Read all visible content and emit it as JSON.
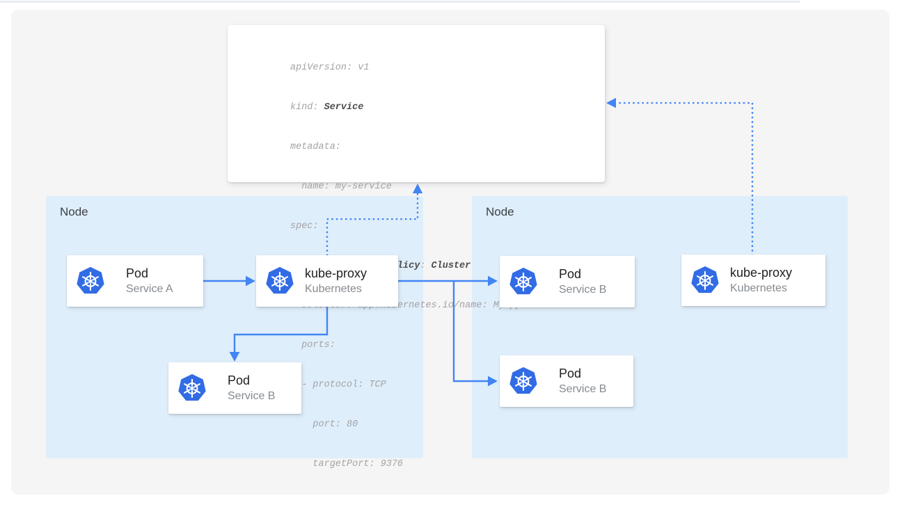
{
  "colors": {
    "canvas_bg": "#f5f5f6",
    "node_fill": "#dfeefb",
    "arrow_blue": "#4285f4",
    "kubernetes_blue": "#326ce5",
    "code_text": "#a3a3a3",
    "code_highlight": "#4d4d4d"
  },
  "icons": {
    "logo": "kubernetes-wheel-icon"
  },
  "yaml": {
    "lines": [
      {
        "pre": "apiVersion: v1",
        "s1": "",
        "mid": "",
        "s2": "",
        "post": ""
      },
      {
        "pre": "kind: ",
        "s1": "Service",
        "mid": "",
        "s2": "",
        "post": ""
      },
      {
        "pre": "metadata:",
        "s1": "",
        "mid": "",
        "s2": "",
        "post": ""
      },
      {
        "pre": "  name: my-service",
        "s1": "",
        "mid": "",
        "s2": "",
        "post": ""
      },
      {
        "pre": "spec:",
        "s1": "",
        "mid": "",
        "s2": "",
        "post": ""
      },
      {
        "pre": "  ",
        "s1": "internalTrafficPolicy",
        "mid": ": ",
        "s2": "Cluster",
        "post": ""
      },
      {
        "pre": "  selector: app.kubernetes.io/name: MyApp",
        "s1": "",
        "mid": "",
        "s2": "",
        "post": ""
      },
      {
        "pre": "  ports:",
        "s1": "",
        "mid": "",
        "s2": "",
        "post": ""
      },
      {
        "pre": "  - protocol: TCP",
        "s1": "",
        "mid": "",
        "s2": "",
        "post": ""
      },
      {
        "pre": "    port: 80",
        "s1": "",
        "mid": "",
        "s2": "",
        "post": ""
      },
      {
        "pre": "    targetPort: 9376",
        "s1": "",
        "mid": "",
        "s2": "",
        "post": ""
      }
    ]
  },
  "nodes": {
    "left": {
      "label": "Node"
    },
    "right": {
      "label": "Node"
    }
  },
  "boxes": {
    "pod_a": {
      "title": "Pod",
      "subtitle": "Service A"
    },
    "kube_proxy_left": {
      "title": "kube-proxy",
      "subtitle": "Kubernetes"
    },
    "pod_b_left": {
      "title": "Pod",
      "subtitle": "Service B"
    },
    "pod_b_right_top": {
      "title": "Pod",
      "subtitle": "Service B"
    },
    "pod_b_right_bot": {
      "title": "Pod",
      "subtitle": "Service B"
    },
    "kube_proxy_right": {
      "title": "kube-proxy",
      "subtitle": "Kubernetes"
    }
  }
}
